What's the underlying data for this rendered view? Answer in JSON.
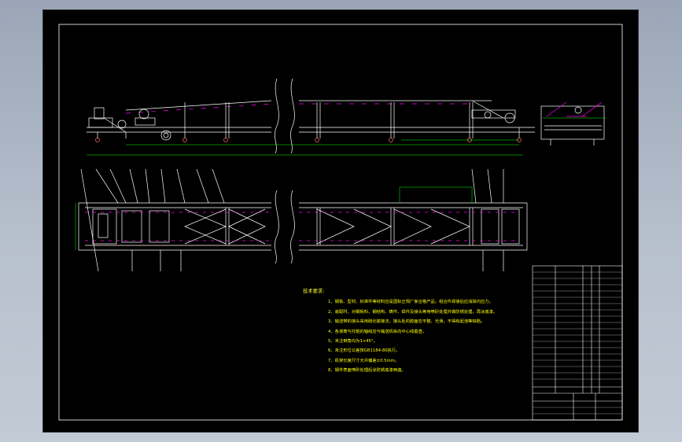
{
  "drawing": {
    "background": "#000000",
    "frame_color": "#ffffff",
    "line_color": "#ffffff",
    "hidden_color": "#ff00ff",
    "note_color": "#ffff00",
    "dim_color": "#00ff00"
  },
  "tech_notes": {
    "heading": "技术要求:",
    "items": [
      "1、钢板、型材、标准件等材料应是国标正规厂家合格产品，组合件焊接后应消除内应力。",
      "2、装配时，对钢板料、钢结构、铸件、焊件及接头等用喷砂处理并做防锈处理，再涂底漆。",
      "3、输送带的接头采用硫化胶接法，接头处的胶面应平整、光滑，不得有起泡等缺陷。",
      "4、各滚筒与托辊的轴线应与输送机纵向中心线垂直。",
      "5、未注倒角均为1×45°。",
      "6、未注形位公差按GB1184-80执行。",
      "7、机架长度尺寸允许偏差±0.5mm。",
      "8、钢件表面喷砂处理后涂防锈底漆两遍。"
    ]
  },
  "icons": {
    "drive-pulley": "circle",
    "tail-pulley": "circle",
    "idler": "small-circle",
    "wheel": "small-circle"
  }
}
